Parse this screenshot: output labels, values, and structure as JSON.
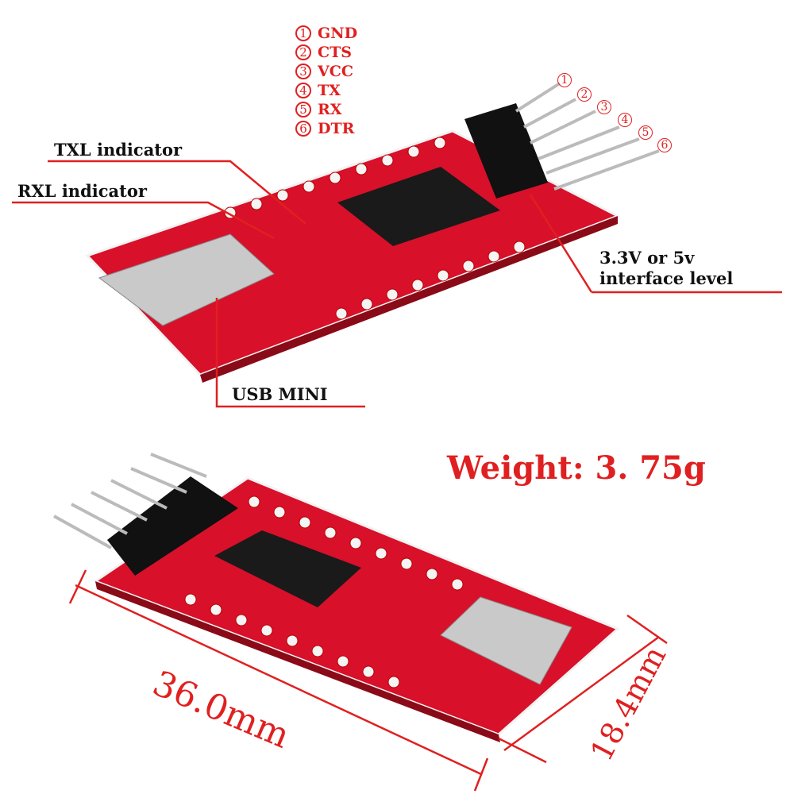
{
  "pinout": [
    {
      "num": "1",
      "name": "GND"
    },
    {
      "num": "2",
      "name": "CTS"
    },
    {
      "num": "3",
      "name": "VCC"
    },
    {
      "num": "4",
      "name": "TX"
    },
    {
      "num": "5",
      "name": "RX"
    },
    {
      "num": "6",
      "name": "DTR"
    }
  ],
  "labels": {
    "txl": "TXL indicator",
    "rxl": "RXL indicator",
    "level_line1": "3.3V or 5v",
    "level_line2": "interface level",
    "usb": "USB  MINI",
    "weight": "Weight:  3. 75g",
    "length": "36.0mm",
    "width": "18.4mm"
  },
  "colors": {
    "annotation": "#e02020",
    "pcb": "#d8102a",
    "chip": "#1a1a1a"
  }
}
